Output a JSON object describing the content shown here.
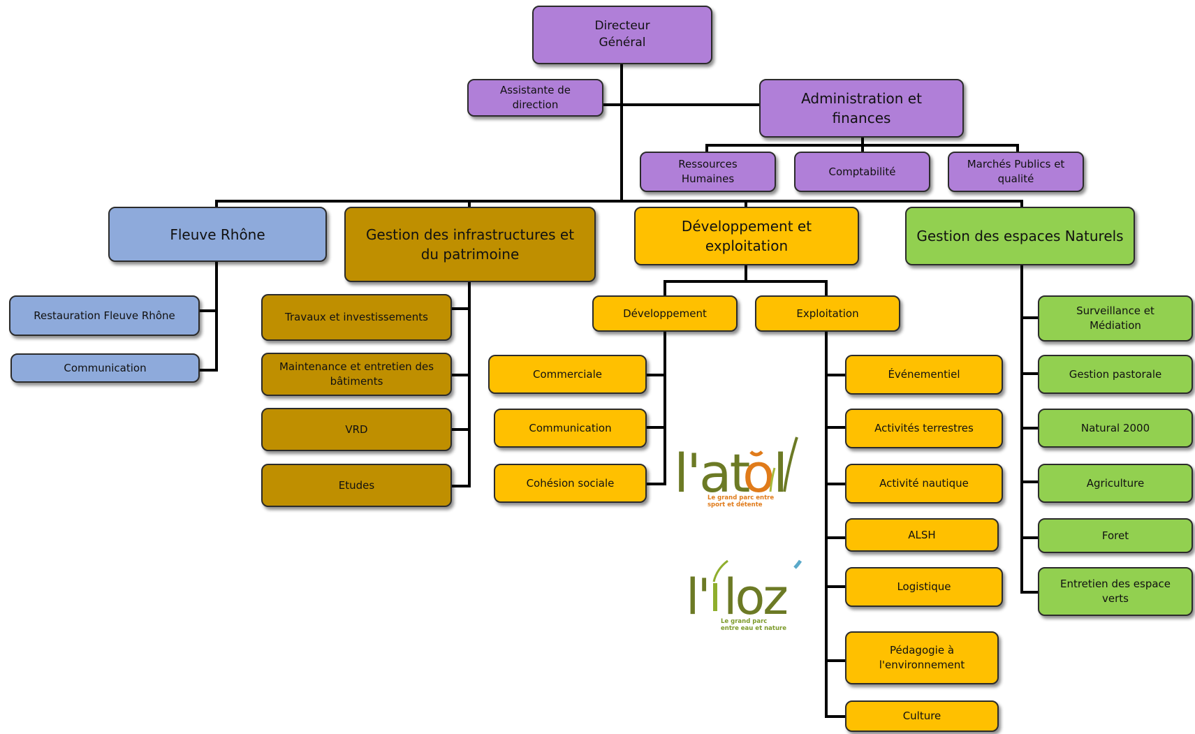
{
  "colors": {
    "purple": "#b07fd8",
    "blue": "#8eaadb",
    "brown": "#bf8f00",
    "yellow": "#ffc000",
    "green": "#92d050",
    "line": "#000000"
  },
  "top": {
    "director": "Directeur\nGénéral",
    "assistant": "Assistante de\ndirection",
    "admin": "Administration et\nfinances",
    "admin_children": [
      "Ressources\nHumaines",
      "Comptabilité",
      "Marchés Publics et\nqualité"
    ]
  },
  "departments": {
    "fleuve": {
      "title": "Fleuve Rhône",
      "children": [
        "Restauration Fleuve Rhône",
        "Communication"
      ]
    },
    "infra": {
      "title": "Gestion des infrastructures et\ndu patrimoine",
      "children": [
        "Travaux et investissements",
        "Maintenance et entretien des\nbâtiments",
        "VRD",
        "Etudes"
      ]
    },
    "dev": {
      "title": "Développement et\nexploitation",
      "development": {
        "title": "Développement",
        "children": [
          "Commerciale",
          "Communication",
          "Cohésion sociale"
        ]
      },
      "exploitation": {
        "title": "Exploitation",
        "children": [
          "Événementiel",
          "Activités terrestres",
          "Activité nautique",
          "ALSH",
          "Logistique",
          "Pédagogie à\nl'environnement",
          "Culture"
        ]
      }
    },
    "nature": {
      "title": "Gestion des espaces Naturels",
      "children": [
        "Surveillance et\nMédiation",
        "Gestion pastorale",
        "Natural 2000",
        "Agriculture",
        "Foret",
        "Entretien des espace\nverts"
      ]
    }
  },
  "logos": {
    "atol": {
      "word": "l'atol",
      "tagline": "Le grand parc entre\nsport et détente"
    },
    "iloz": {
      "word": "l'îloz",
      "tagline": "Le grand parc\nentre eau et nature"
    }
  }
}
